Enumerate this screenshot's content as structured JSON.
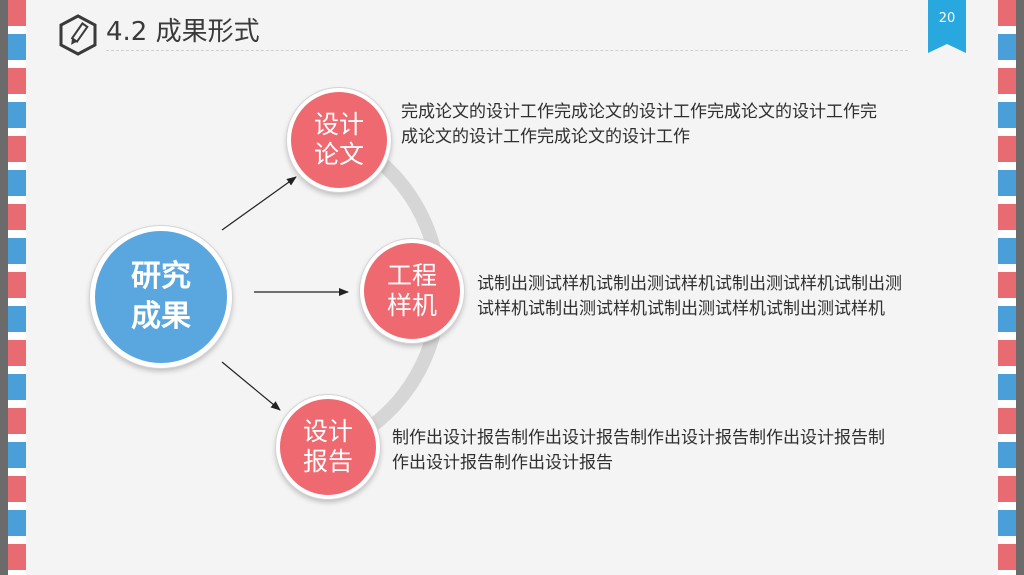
{
  "header": {
    "title": "4.2 成果形式",
    "page_number": "20",
    "icon": "pencil-hexagon-icon"
  },
  "diagram": {
    "center": {
      "line1": "研究",
      "line2": "成果"
    },
    "items": [
      {
        "line1": "设计",
        "line2": "论文",
        "description": "完成论文的设计工作完成论文的设计工作完成论文的设计工作完成论文的设计工作完成论文的设计工作"
      },
      {
        "line1": "工程",
        "line2": "样机",
        "description": "试制出测试样机试制出测试样机试制出测试样机试制出测试样机试制出测试样机试制出测试样机试制出测试样机"
      },
      {
        "line1": "设计",
        "line2": "报告",
        "description": "制作出设计报告制作出设计报告制作出设计报告制作出设计报告制作出设计报告制作出设计报告"
      }
    ]
  },
  "colors": {
    "center_node": "#5aa6de",
    "item_node": "#ef6970",
    "accent_tab": "#29a7df",
    "stripe_red": "#e96b72",
    "stripe_blue": "#4a9fd8"
  }
}
